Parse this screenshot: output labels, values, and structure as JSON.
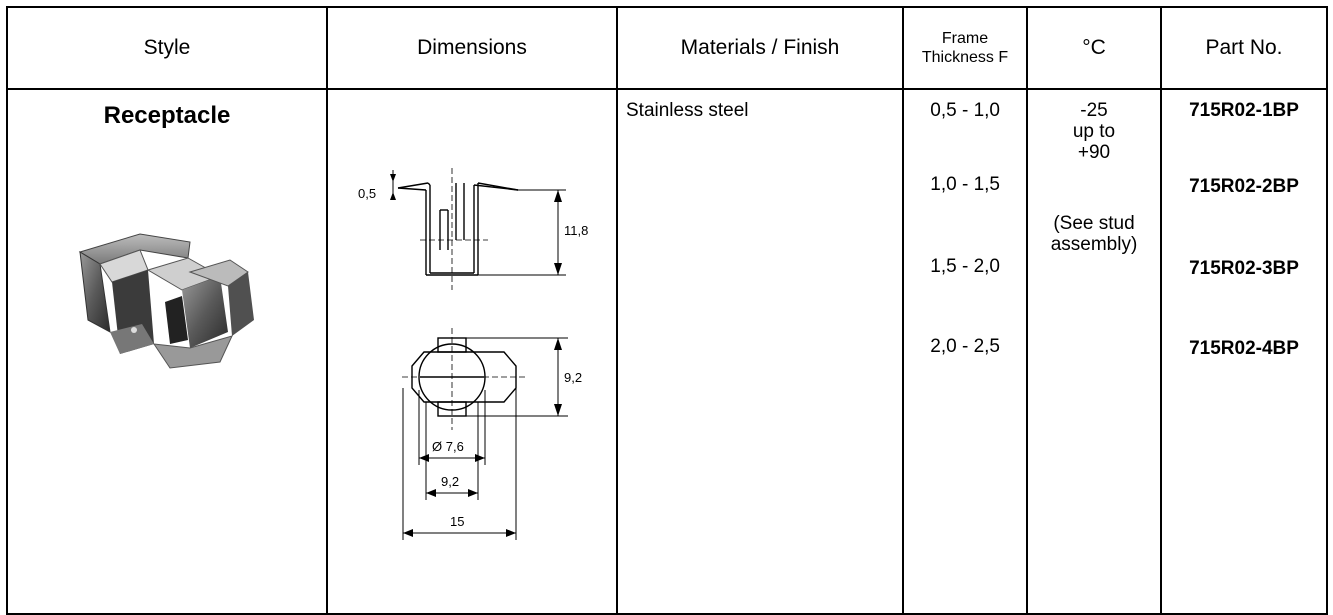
{
  "headers": {
    "style": "Style",
    "dimensions": "Dimensions",
    "materials": "Materials / Finish",
    "frame_line1": "Frame",
    "frame_line2": "Thickness F",
    "temp": "°C",
    "part": "Part No."
  },
  "row": {
    "style": "Receptacle",
    "material": "Stainless steel",
    "thicknesses": [
      "0,5 - 1,0",
      "1,0 - 1,5",
      "1,5 - 2,0",
      "2,0 - 2,5"
    ],
    "temp": {
      "l1": "-25",
      "l2": "up to",
      "l3": "+90",
      "l4": "(See stud",
      "l5": "assembly)"
    },
    "parts": [
      "715R02-1BP",
      "715R02-2BP",
      "715R02-3BP",
      "715R02-4BP"
    ]
  },
  "dimension_labels": {
    "side_top": "0,5",
    "side_height": "11,8",
    "top_height": "9,2",
    "diameter": "Ø 7,6",
    "inner_width": "9,2",
    "outer_width": "15"
  }
}
